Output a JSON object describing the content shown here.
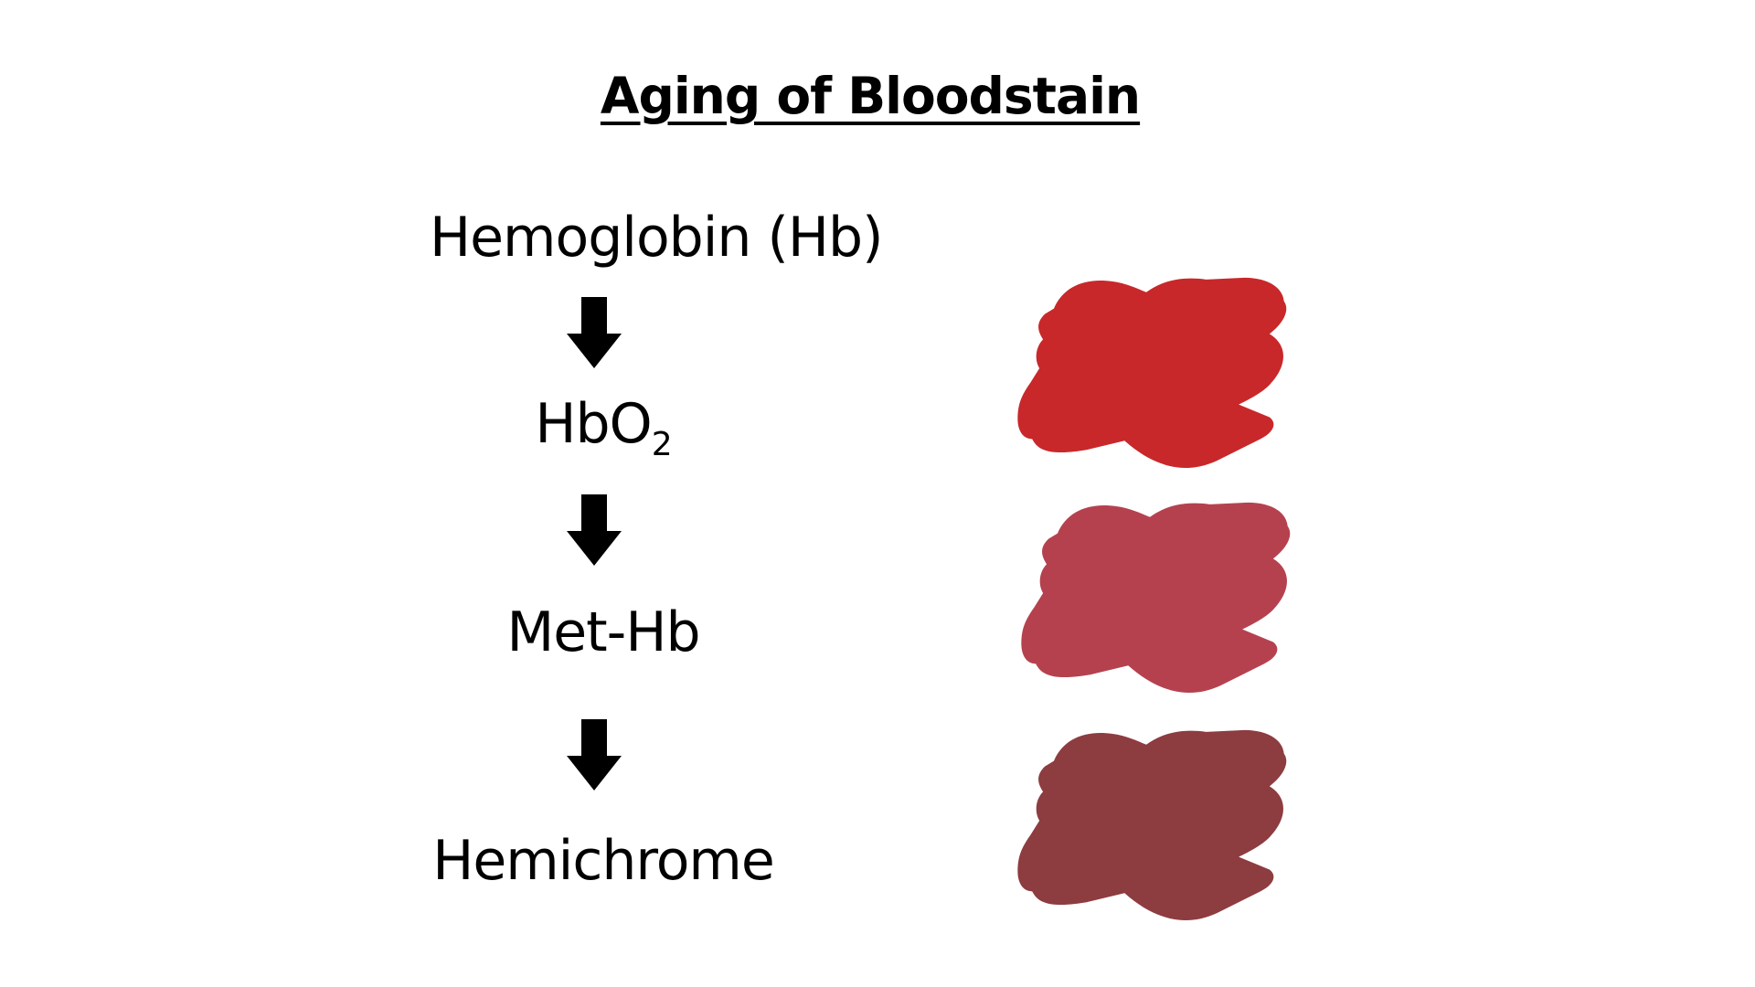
{
  "title": "Aging of Bloodstain",
  "stages": [
    {
      "name": "Hemoglobin (Hb)"
    },
    {
      "name": "HbO",
      "subscript": "2"
    },
    {
      "name": "Met-Hb"
    },
    {
      "name": "Hemichrome"
    }
  ],
  "stain_colors": {
    "fresh": "#c8282a",
    "intermediate": "#b5414f",
    "aged": "#8d3c40"
  }
}
